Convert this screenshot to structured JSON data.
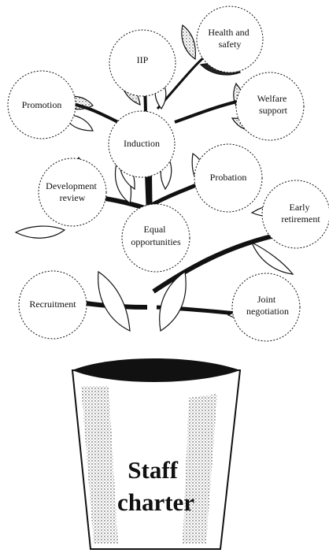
{
  "diagram": {
    "nodes": {
      "health_and_safety": {
        "lines": [
          "Health and",
          "safety"
        ]
      },
      "iip": {
        "lines": [
          "IIP"
        ]
      },
      "promotion": {
        "lines": [
          "Promotion"
        ]
      },
      "welfare_support": {
        "lines": [
          "Welfare",
          "support"
        ]
      },
      "induction": {
        "lines": [
          "Induction"
        ]
      },
      "probation": {
        "lines": [
          "Probation"
        ]
      },
      "development_review": {
        "lines": [
          "Development",
          "review"
        ]
      },
      "early_retirement": {
        "lines": [
          "Early",
          "retirement"
        ]
      },
      "equal_opportunities": {
        "lines": [
          "Equal",
          "opportunities"
        ]
      },
      "recruitment": {
        "lines": [
          "Recruitment"
        ]
      },
      "joint_negotiation": {
        "lines": [
          "Joint",
          "negotiation"
        ]
      }
    },
    "pot": {
      "lines": [
        "Staff",
        "charter"
      ]
    }
  },
  "colors": {
    "ink": "#111111",
    "paper": "#ffffff",
    "shade": "#555555"
  }
}
